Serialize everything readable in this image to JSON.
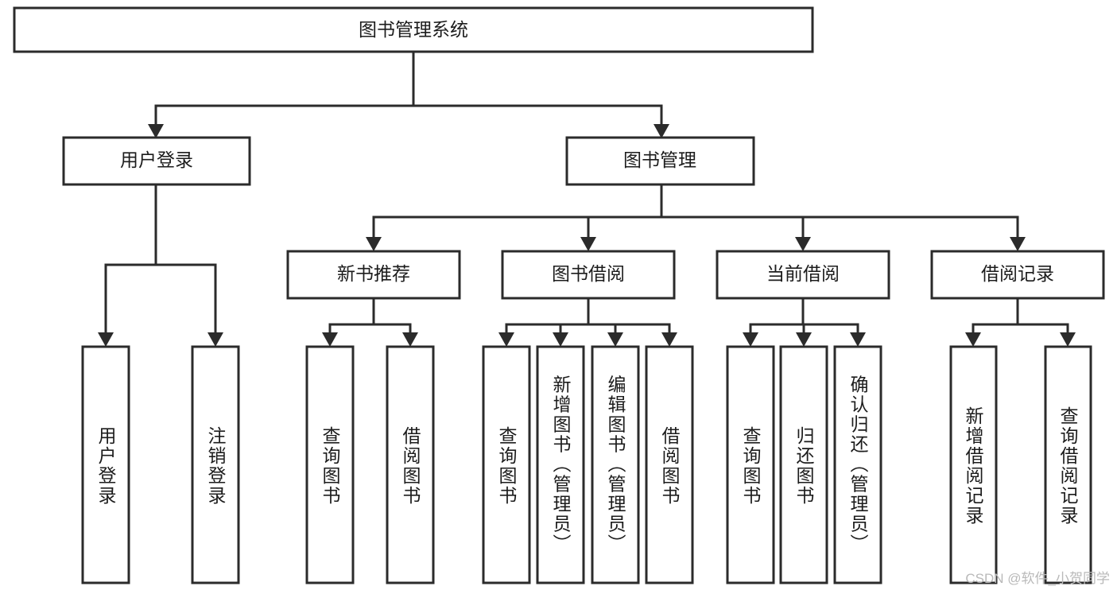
{
  "diagram": {
    "title": "图书管理系统",
    "type": "hierarchy-tree",
    "levels": 4,
    "root": {
      "id": "root",
      "label": "图书管理系统",
      "orientation": "horizontal"
    },
    "level2": [
      {
        "id": "user-login",
        "label": "用户登录",
        "orientation": "horizontal"
      },
      {
        "id": "book-management",
        "label": "图书管理",
        "orientation": "horizontal"
      }
    ],
    "level3": [
      {
        "id": "new-book-recommend",
        "label": "新书推荐",
        "orientation": "horizontal",
        "parent": "book-management"
      },
      {
        "id": "book-borrow",
        "label": "图书借阅",
        "orientation": "horizontal",
        "parent": "book-management"
      },
      {
        "id": "current-borrow",
        "label": "当前借阅",
        "orientation": "horizontal",
        "parent": "book-management"
      },
      {
        "id": "borrow-record",
        "label": "借阅记录",
        "orientation": "horizontal",
        "parent": "book-management"
      }
    ],
    "leaves": {
      "user_login": [
        {
          "id": "leaf-user-login",
          "label": "用户登录",
          "orientation": "vertical"
        },
        {
          "id": "leaf-user-logout",
          "label": "注销登录",
          "orientation": "vertical"
        }
      ],
      "new_book_recommend": [
        {
          "id": "leaf-query-book-1",
          "label": "查询图书",
          "orientation": "vertical"
        },
        {
          "id": "leaf-borrow-book-1",
          "label": "借阅图书",
          "orientation": "vertical"
        }
      ],
      "book_borrow": [
        {
          "id": "leaf-query-book-2",
          "label": "查询图书",
          "orientation": "vertical"
        },
        {
          "id": "leaf-add-book",
          "label": "新增图书（管理员）",
          "orientation": "vertical"
        },
        {
          "id": "leaf-edit-book",
          "label": "编辑图书（管理员）",
          "orientation": "vertical"
        },
        {
          "id": "leaf-borrow-book-2",
          "label": "借阅图书",
          "orientation": "vertical"
        }
      ],
      "current_borrow": [
        {
          "id": "leaf-query-book-3",
          "label": "查询图书",
          "orientation": "vertical"
        },
        {
          "id": "leaf-return-book",
          "label": "归还图书",
          "orientation": "vertical"
        },
        {
          "id": "leaf-confirm-return",
          "label": "确认归还（管理员）",
          "orientation": "vertical"
        }
      ],
      "borrow_record": [
        {
          "id": "leaf-add-borrow-record",
          "label": "新增借阅记录",
          "orientation": "vertical"
        },
        {
          "id": "leaf-query-borrow-record",
          "label": "查询借阅记录",
          "orientation": "vertical"
        }
      ]
    },
    "colors": {
      "background": "#ffffff",
      "box_fill": "#ffffff",
      "box_stroke": "#2b2b2b",
      "connector": "#2b2b2b",
      "text": "#1c1c1c",
      "watermark": "#b9b9b9"
    }
  },
  "watermark": {
    "text": "CSDN @软件_小贺同学"
  }
}
